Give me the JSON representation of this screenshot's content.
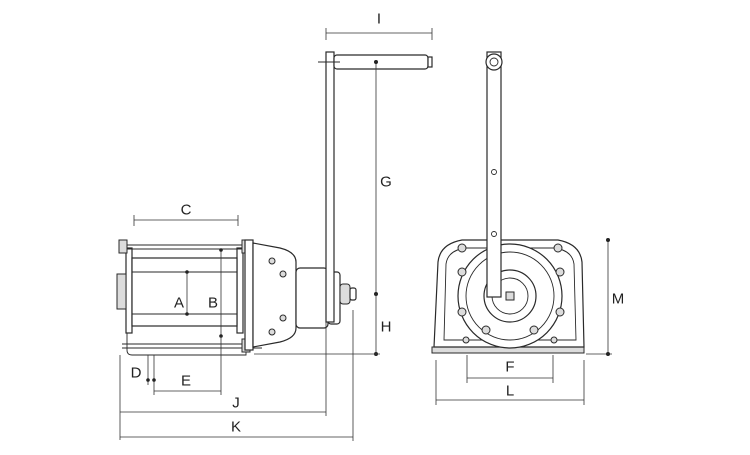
{
  "colors": {
    "line": "#2a2a2a",
    "fill": "#ffffff",
    "shade": "#dcdcdc",
    "text": "#222222"
  },
  "dimensions": {
    "A": "A",
    "B": "B",
    "C": "C",
    "D": "D",
    "E": "E",
    "F": "F",
    "G": "G",
    "H": "H",
    "I": "I",
    "J": "J",
    "K": "K",
    "L": "L",
    "M": "M"
  }
}
